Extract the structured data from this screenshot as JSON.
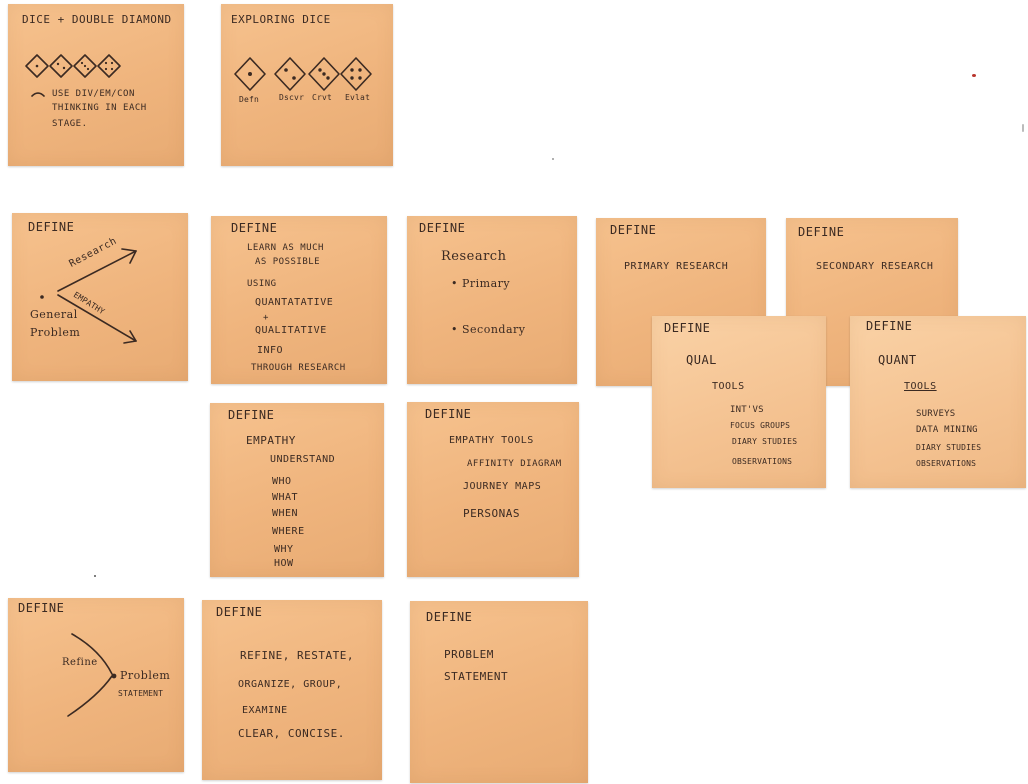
{
  "notes": {
    "dice": {
      "title": "DICE + DOUBLE DIAMOND",
      "line1": "USE DIV/EM/CON",
      "line2": "THINKING IN EACH",
      "line3": "STAGE."
    },
    "exploring": {
      "title": "EXPLORING DICE",
      "labels": [
        "Defn",
        "Dscvr",
        "Crvt",
        "Evlat"
      ]
    },
    "define_general": {
      "title": "DEFINE",
      "research": "Research",
      "empathy": "EMPATHY",
      "general": "General",
      "problem": "Problem"
    },
    "define_learn": {
      "title": "DEFINE",
      "lines": [
        "LEARN AS MUCH",
        "AS POSSIBLE",
        "USING",
        "QUANTATATIVE",
        "+",
        "QUALITATIVE",
        "INFO",
        "THROUGH RESEARCH"
      ]
    },
    "define_research": {
      "title": "DEFINE",
      "heading": "Research",
      "item1": "• Primary",
      "item2": "• Secondary"
    },
    "define_primary": {
      "title": "DEFINE",
      "text": "PRIMARY RESEARCH"
    },
    "define_secondary": {
      "title": "DEFINE",
      "text": "SECONDARY RESEARCH"
    },
    "define_qual": {
      "title": "DEFINE",
      "heading": "QUAL",
      "tools": "TOOLS",
      "items": [
        "INT'VS",
        "FOCUS GROUPS",
        "DIARY STUDIES",
        "OBSERVATIONS"
      ]
    },
    "define_quant": {
      "title": "DEFINE",
      "heading": "QUANT",
      "tools": "TOOLS",
      "items": [
        "SURVEYS",
        "DATA MINING",
        "DIARY STUDIES",
        "OBSERVATIONS"
      ]
    },
    "define_empathy": {
      "title": "DEFINE",
      "heading": "EMPATHY",
      "items": [
        "UNDERSTAND",
        "WHO",
        "WHAT",
        "WHEN",
        "WHERE",
        "WHY",
        "HOW"
      ]
    },
    "define_empathy_tools": {
      "title": "DEFINE",
      "heading": "EMPATHY TOOLS",
      "items": [
        "AFFINITY DIAGRAM",
        "JOURNEY MAPS",
        "PERSONAS"
      ]
    },
    "define_refine": {
      "title": "DEFINE",
      "refine": "Refine",
      "problem": "Problem",
      "statement": "STATEMENT"
    },
    "define_restate": {
      "title": "DEFINE",
      "lines": [
        "REFINE, RESTATE,",
        "ORGANIZE, GROUP,",
        "EXAMINE",
        "CLEAR, CONCISE."
      ]
    },
    "define_statement": {
      "title": "DEFINE",
      "line1": "PROBLEM",
      "line2": "STATEMENT"
    }
  },
  "colors": {
    "note": "#efb47d",
    "ink": "#3b2a22"
  }
}
